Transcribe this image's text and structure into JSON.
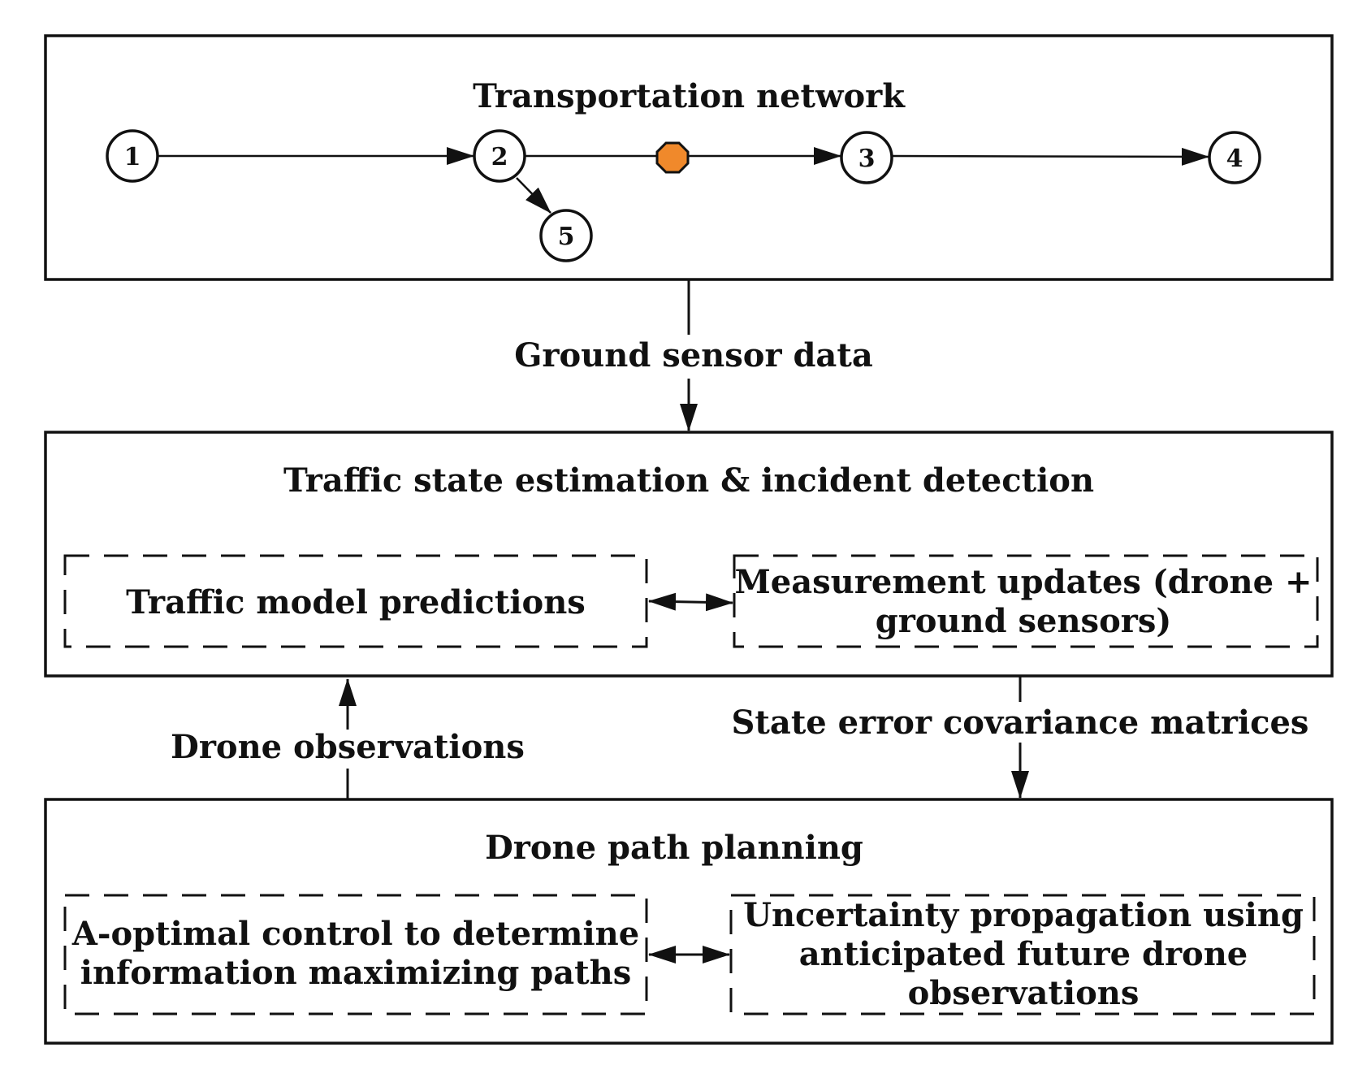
{
  "network": {
    "title": "Transportation network",
    "nodes": [
      "1",
      "2",
      "3",
      "4",
      "5"
    ],
    "incident_color": "#f0892b"
  },
  "ground_sensor_label": "Ground sensor data",
  "estimation": {
    "title": "Traffic state estimation & incident detection",
    "left_box": [
      "Traffic model predictions"
    ],
    "right_box": [
      "Measurement updates (drone +",
      "ground sensors)"
    ]
  },
  "drone_observations_label": "Drone observations",
  "covariance_label": "State error covariance matrices",
  "planning": {
    "title": "Drone path planning",
    "left_box": [
      "A-optimal control to determine",
      "information maximizing paths"
    ],
    "right_box": [
      "Uncertainty propagation using",
      "anticipated future drone",
      "observations"
    ]
  }
}
